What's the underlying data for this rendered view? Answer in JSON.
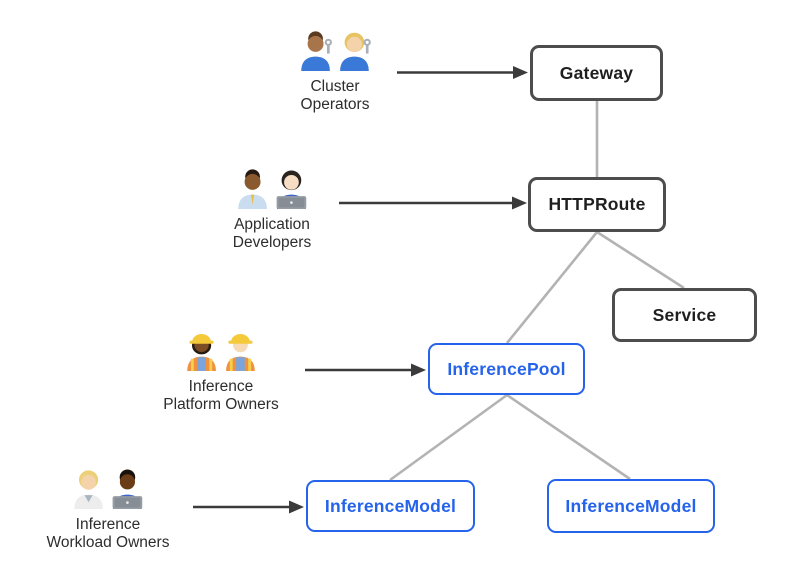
{
  "diagram": {
    "personas": [
      {
        "id": "cluster-operators",
        "label_line1": "Cluster",
        "label_line2": "Operators",
        "icon": "mechanics-pair-icon"
      },
      {
        "id": "application-developers",
        "label_line1": "Application",
        "label_line2": "Developers",
        "icon": "office-worker-and-technologist-icon"
      },
      {
        "id": "inference-platform-owners",
        "label_line1": "Inference",
        "label_line2": "Platform Owners",
        "icon": "construction-workers-pair-icon"
      },
      {
        "id": "inference-workload-owners",
        "label_line1": "Inference",
        "label_line2": "Workload Owners",
        "icon": "health-worker-and-technologist-icon"
      }
    ],
    "resources": [
      {
        "id": "gateway",
        "label": "Gateway",
        "style": "standard"
      },
      {
        "id": "httproute",
        "label": "HTTPRoute",
        "style": "standard"
      },
      {
        "id": "service",
        "label": "Service",
        "style": "standard"
      },
      {
        "id": "inferencepool",
        "label": "InferencePool",
        "style": "inference"
      },
      {
        "id": "inferencemodel-1",
        "label": "InferenceModel",
        "style": "inference"
      },
      {
        "id": "inferencemodel-2",
        "label": "InferenceModel",
        "style": "inference"
      }
    ],
    "edges": [
      {
        "from": "cluster-operators",
        "to": "gateway",
        "type": "arrow"
      },
      {
        "from": "application-developers",
        "to": "httproute",
        "type": "arrow"
      },
      {
        "from": "inference-platform-owners",
        "to": "inferencepool",
        "type": "arrow"
      },
      {
        "from": "inference-workload-owners",
        "to": "inferencemodel-1",
        "type": "arrow"
      },
      {
        "from": "gateway",
        "to": "httproute",
        "type": "line"
      },
      {
        "from": "httproute",
        "to": "service",
        "type": "line"
      },
      {
        "from": "httproute",
        "to": "inferencepool",
        "type": "line"
      },
      {
        "from": "inferencepool",
        "to": "inferencemodel-1",
        "type": "line"
      },
      {
        "from": "inferencepool",
        "to": "inferencemodel-2",
        "type": "line"
      }
    ],
    "colors": {
      "standard_border": "#4d4d4d",
      "standard_text": "#1f1f1f",
      "inference_border": "#2563eb",
      "inference_text": "#2563eb",
      "connector_line": "#b3b3b3",
      "arrow": "#3b3b3b",
      "background": "#ffffff",
      "persona_text": "#2d2d2d"
    }
  }
}
